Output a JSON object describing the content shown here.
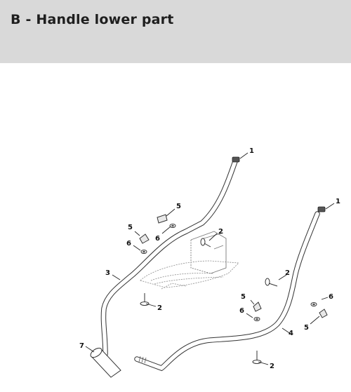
{
  "header": {
    "title": "B - Handle lower part"
  },
  "diagram": {
    "callouts": {
      "c1a": "1",
      "c1b": "1",
      "c2a": "2",
      "c2b": "2",
      "c2c": "2",
      "c2d": "2",
      "c3": "3",
      "c4": "4",
      "c5a": "5",
      "c5b": "5",
      "c5c": "5",
      "c5d": "5",
      "c6a": "6",
      "c6b": "6",
      "c6c": "6",
      "c6d": "6",
      "c7": "7"
    }
  }
}
